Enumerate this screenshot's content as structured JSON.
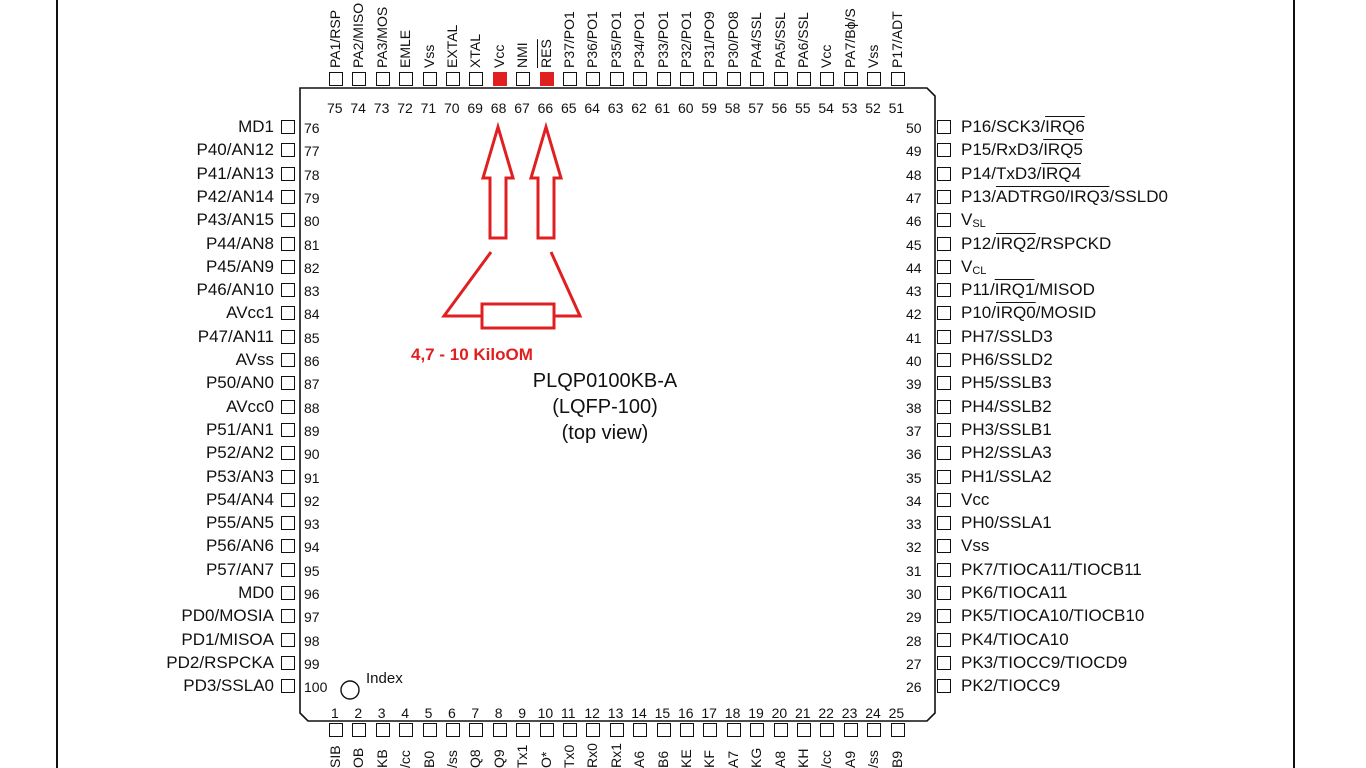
{
  "chip": {
    "title_lines": [
      "PLQP0100KB-A",
      "(LQFP-100)",
      "(top view)"
    ],
    "index_label": "Index"
  },
  "annotation": {
    "resistor_label": "4,7 - 10 KiloOM",
    "highlight_color": "#e02020"
  },
  "pins_left": [
    {
      "num": "76",
      "label": "MD1"
    },
    {
      "num": "77",
      "label": "P40/AN12"
    },
    {
      "num": "78",
      "label": "P41/AN13"
    },
    {
      "num": "79",
      "label": "P42/AN14"
    },
    {
      "num": "80",
      "label": "P43/AN15"
    },
    {
      "num": "81",
      "label": "P44/AN8"
    },
    {
      "num": "82",
      "label": "P45/AN9"
    },
    {
      "num": "83",
      "label": "P46/AN10"
    },
    {
      "num": "84",
      "label": "AVcc1"
    },
    {
      "num": "85",
      "label": "P47/AN11"
    },
    {
      "num": "86",
      "label": "AVss"
    },
    {
      "num": "87",
      "label": "P50/AN0"
    },
    {
      "num": "88",
      "label": "AVcc0"
    },
    {
      "num": "89",
      "label": "P51/AN1"
    },
    {
      "num": "90",
      "label": "P52/AN2"
    },
    {
      "num": "91",
      "label": "P53/AN3"
    },
    {
      "num": "92",
      "label": "P54/AN4"
    },
    {
      "num": "93",
      "label": "P55/AN5"
    },
    {
      "num": "94",
      "label": "P56/AN6"
    },
    {
      "num": "95",
      "label": "P57/AN7"
    },
    {
      "num": "96",
      "label": "MD0"
    },
    {
      "num": "97",
      "label": "PD0/MOSIA"
    },
    {
      "num": "98",
      "label": "PD1/MISOA"
    },
    {
      "num": "99",
      "label": "PD2/RSPCKA"
    },
    {
      "num": "100",
      "label": "PD3/SSLA0"
    }
  ],
  "pins_right": [
    {
      "num": "50",
      "pre": "P16/SCK3/",
      "ol": "IRQ6",
      "post": ""
    },
    {
      "num": "49",
      "pre": "P15/RxD3/",
      "ol": "IRQ5",
      "post": ""
    },
    {
      "num": "48",
      "pre": "P14/TxD3/",
      "ol": "IRQ4",
      "post": ""
    },
    {
      "num": "47",
      "pre": "P13/",
      "ol": "ADTRG0/IRQ3",
      "post": "/SSLD0"
    },
    {
      "num": "46",
      "pre": "V",
      "sub": "SL"
    },
    {
      "num": "45",
      "pre": "P12/",
      "ol": "IRQ2",
      "post": "/RSPCKD"
    },
    {
      "num": "44",
      "pre": "V",
      "sub": "CL"
    },
    {
      "num": "43",
      "pre": "P11/",
      "ol": "IRQ1",
      "post": "/MISOD"
    },
    {
      "num": "42",
      "pre": "P10/",
      "ol": "IRQ0",
      "post": "/MOSID"
    },
    {
      "num": "41",
      "pre": "PH7/SSLD3"
    },
    {
      "num": "40",
      "pre": "PH6/SSLD2"
    },
    {
      "num": "39",
      "pre": "PH5/SSLB3"
    },
    {
      "num": "38",
      "pre": "PH4/SSLB2"
    },
    {
      "num": "37",
      "pre": "PH3/SSLB1"
    },
    {
      "num": "36",
      "pre": "PH2/SSLA3"
    },
    {
      "num": "35",
      "pre": "PH1/SSLA2"
    },
    {
      "num": "34",
      "pre": "Vcc"
    },
    {
      "num": "33",
      "pre": "PH0/SSLA1"
    },
    {
      "num": "32",
      "pre": "Vss"
    },
    {
      "num": "31",
      "pre": "PK7/TIOCA11/TIOCB11"
    },
    {
      "num": "30",
      "pre": "PK6/TIOCA11"
    },
    {
      "num": "29",
      "pre": "PK5/TIOCA10/TIOCB10"
    },
    {
      "num": "28",
      "pre": "PK4/TIOCA10"
    },
    {
      "num": "27",
      "pre": "PK3/TIOCC9/TIOCD9"
    },
    {
      "num": "26",
      "pre": "PK2/TIOCC9"
    }
  ],
  "pins_top": [
    {
      "num": "75",
      "label": "PA1/RSP",
      "hl": false,
      "ol": false
    },
    {
      "num": "74",
      "label": "PA2/MISO",
      "hl": false,
      "ol": false
    },
    {
      "num": "73",
      "label": "PA3/MOS",
      "hl": false,
      "ol": false
    },
    {
      "num": "72",
      "label": "EMLE",
      "hl": false,
      "ol": false
    },
    {
      "num": "71",
      "label": "Vss",
      "hl": false,
      "ol": false
    },
    {
      "num": "70",
      "label": "EXTAL",
      "hl": false,
      "ol": false
    },
    {
      "num": "69",
      "label": "XTAL",
      "hl": false,
      "ol": false
    },
    {
      "num": "68",
      "label": "Vcc",
      "hl": true,
      "ol": false
    },
    {
      "num": "67",
      "label": "NMI",
      "hl": false,
      "ol": false
    },
    {
      "num": "66",
      "label": "RES",
      "hl": true,
      "ol": true
    },
    {
      "num": "65",
      "label": "P37/PO1",
      "hl": false,
      "ol": false
    },
    {
      "num": "64",
      "label": "P36/PO1",
      "hl": false,
      "ol": false
    },
    {
      "num": "63",
      "label": "P35/PO1",
      "hl": false,
      "ol": false
    },
    {
      "num": "62",
      "label": "P34/PO1",
      "hl": false,
      "ol": false
    },
    {
      "num": "61",
      "label": "P33/PO1",
      "hl": false,
      "ol": false
    },
    {
      "num": "60",
      "label": "P32/PO1",
      "hl": false,
      "ol": false
    },
    {
      "num": "59",
      "label": "P31/PO9",
      "hl": false,
      "ol": false
    },
    {
      "num": "58",
      "label": "P30/PO8",
      "hl": false,
      "ol": false
    },
    {
      "num": "57",
      "label": "PA4/SSL",
      "hl": false,
      "ol": false
    },
    {
      "num": "56",
      "label": "PA5/SSL",
      "hl": false,
      "ol": false
    },
    {
      "num": "55",
      "label": "PA6/SSL",
      "hl": false,
      "ol": false
    },
    {
      "num": "54",
      "label": "Vcc",
      "hl": false,
      "ol": false
    },
    {
      "num": "53",
      "label": "PA7/Bϕ/S",
      "hl": false,
      "ol": false
    },
    {
      "num": "52",
      "label": "Vss",
      "hl": false,
      "ol": false
    },
    {
      "num": "51",
      "label": "P17/ADT",
      "hl": false,
      "ol": false
    }
  ],
  "pins_bottom": [
    {
      "num": "1",
      "label": "SIB"
    },
    {
      "num": "2",
      "label": "OB"
    },
    {
      "num": "3",
      "label": "KB"
    },
    {
      "num": "4",
      "label": "/cc"
    },
    {
      "num": "5",
      "label": "B0"
    },
    {
      "num": "6",
      "label": "/ss"
    },
    {
      "num": "7",
      "label": "Q8"
    },
    {
      "num": "8",
      "label": "Q9"
    },
    {
      "num": "9",
      "label": "Tx1"
    },
    {
      "num": "10",
      "label": "O*"
    },
    {
      "num": "11",
      "label": "Tx0"
    },
    {
      "num": "12",
      "label": "Rx0"
    },
    {
      "num": "13",
      "label": "Rx1"
    },
    {
      "num": "14",
      "label": "A6"
    },
    {
      "num": "15",
      "label": "B6"
    },
    {
      "num": "16",
      "label": "KE"
    },
    {
      "num": "17",
      "label": "KF"
    },
    {
      "num": "18",
      "label": "A7"
    },
    {
      "num": "19",
      "label": "KG"
    },
    {
      "num": "20",
      "label": "A8"
    },
    {
      "num": "21",
      "label": "KH"
    },
    {
      "num": "22",
      "label": "/cc"
    },
    {
      "num": "23",
      "label": "A9"
    },
    {
      "num": "24",
      "label": "/ss"
    },
    {
      "num": "25",
      "label": "B9"
    }
  ]
}
